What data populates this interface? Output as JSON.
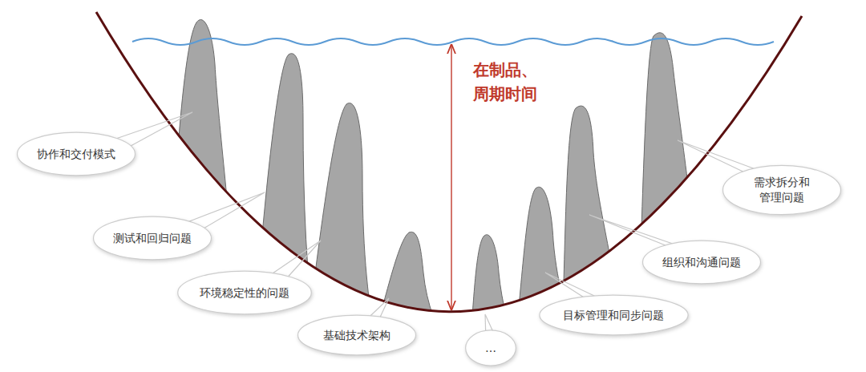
{
  "diagram": {
    "nodes": [
      {
        "text": [
          "协作和交付模式"
        ]
      },
      {
        "text": [
          "测试和回归问题"
        ]
      },
      {
        "text": [
          "环境稳定性的问题"
        ]
      },
      {
        "text": [
          "基础技术架构"
        ]
      },
      {
        "text": [
          "…"
        ]
      },
      {
        "text": [
          "目标管理和同步问题"
        ]
      },
      {
        "text": [
          "组织和沟通问题"
        ]
      },
      {
        "text": [
          "需求拆分和 管理问题"
        ]
      }
    ],
    "labels": [
      "在制品、 周期时间"
    ]
  }
}
